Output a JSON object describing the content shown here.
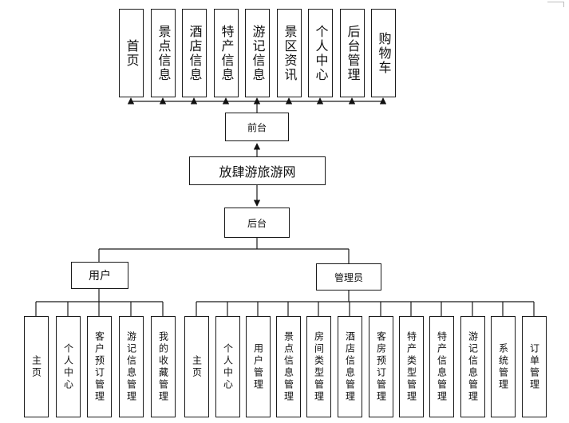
{
  "system": {
    "title": "放肆游旅游网"
  },
  "frontend": {
    "label": "前台",
    "modules": [
      "首页",
      "景点信息",
      "酒店信息",
      "特产信息",
      "游记信息",
      "景区资讯",
      "个人中心",
      "后台管理",
      "购物车"
    ]
  },
  "backend": {
    "label": "后台",
    "user": {
      "label": "用户",
      "modules": [
        "主页",
        "个人中心",
        "客户预订管理",
        "游记信息管理",
        "我的收藏管理"
      ]
    },
    "admin": {
      "label": "管理员",
      "modules": [
        "主页",
        "个人中心",
        "用户管理",
        "景点信息管理",
        "房间类型管理",
        "酒店信息管理",
        "客房预订管理",
        "特产类型管理",
        "特产信息管理",
        "游记信息管理",
        "系统管理",
        "订单管理"
      ]
    }
  }
}
